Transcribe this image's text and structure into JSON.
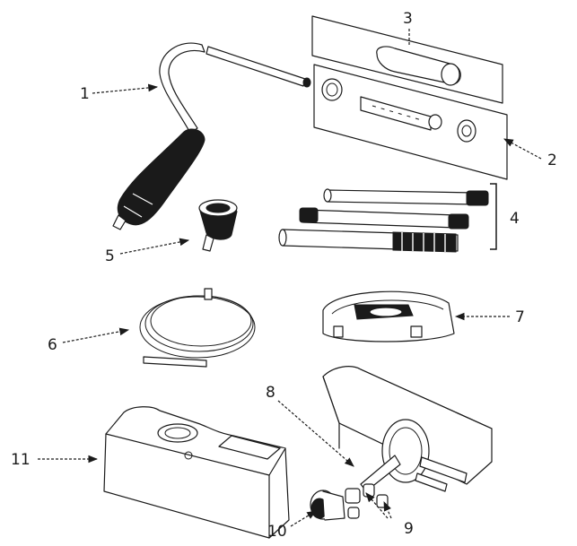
{
  "callouts": [
    {
      "id": "1",
      "label": "1"
    },
    {
      "id": "2",
      "label": "2"
    },
    {
      "id": "3",
      "label": "3"
    },
    {
      "id": "4",
      "label": "4"
    },
    {
      "id": "5",
      "label": "5"
    },
    {
      "id": "6",
      "label": "6"
    },
    {
      "id": "7",
      "label": "7"
    },
    {
      "id": "8",
      "label": "8"
    },
    {
      "id": "9",
      "label": "9"
    },
    {
      "id": "10",
      "label": "10"
    },
    {
      "id": "11",
      "label": "11"
    }
  ],
  "colors": {
    "ink": "#1a1a1a",
    "paper": "#ffffff"
  }
}
